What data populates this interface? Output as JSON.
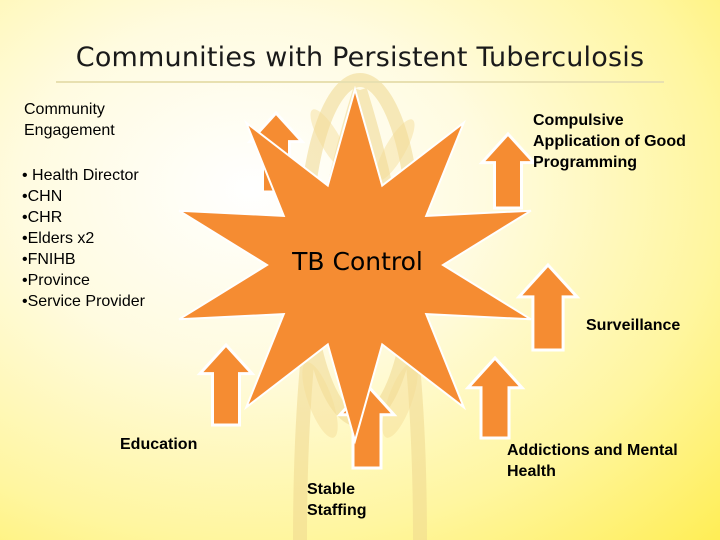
{
  "title": "Communities with Persistent Tuberculosis",
  "center": {
    "label": "TB Control"
  },
  "nodes": {
    "community_engagement": {
      "label": "Community Engagement",
      "members": [
        "• Health Director",
        "•CHN",
        "•CHR",
        "•Elders x2",
        "•FNIHB",
        "•Province",
        "•Service Provider"
      ]
    },
    "good_programming": {
      "label": "Compulsive Application of Good Programming"
    },
    "surveillance": {
      "label": "Surveillance"
    },
    "education": {
      "label": "Education"
    },
    "addictions": {
      "label": "Addictions and Mental Health"
    },
    "staffing": {
      "label": "Stable Staffing"
    }
  },
  "colors": {
    "arrow_fill": "#F58C32",
    "arrow_stroke": "#FFFFFF",
    "star_fill": "#F58C32",
    "background": "#FFF6A0"
  }
}
